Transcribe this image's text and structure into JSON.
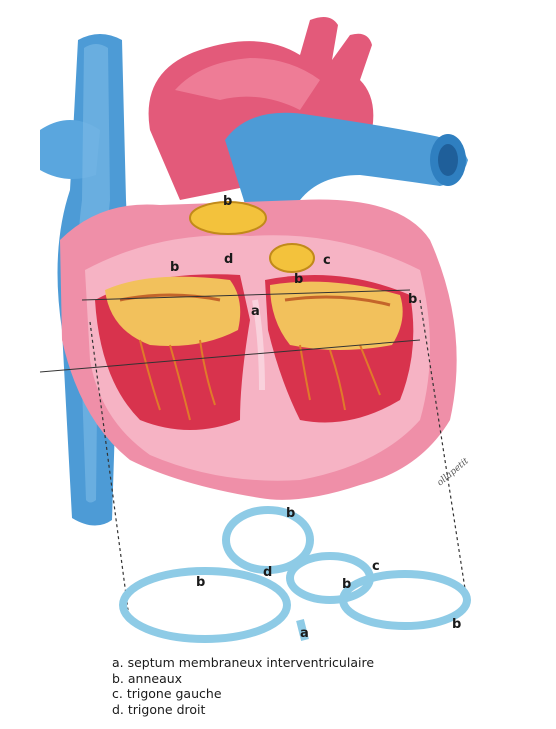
{
  "labels": {
    "aortic_ring": "b",
    "ring_left": "b",
    "ring_middle": "b",
    "ring_right": "b",
    "septum": "a",
    "right_trigone": "d",
    "left_trigone": "c",
    "lower_top": "b",
    "lower_left": "b",
    "lower_d": "d",
    "lower_mid": "b",
    "lower_c": "c",
    "lower_a": "a",
    "lower_right": "b"
  },
  "signature": "ollapetit",
  "legend": [
    {
      "text": "a. septum membraneux interventriculaire"
    },
    {
      "text": "b. anneaux"
    },
    {
      "text": "c. trigone gauche"
    },
    {
      "text": "d. trigone droit"
    }
  ]
}
